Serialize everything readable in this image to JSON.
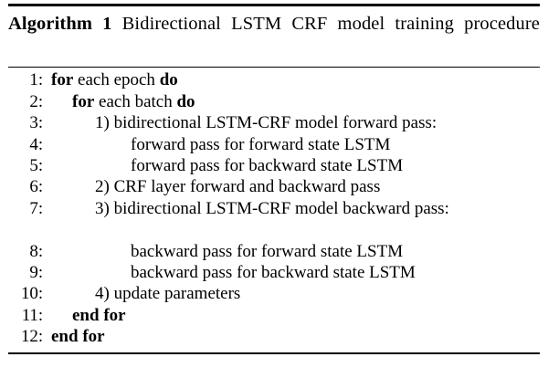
{
  "caption": {
    "label": "Algorithm 1",
    "title": "Bidirectional LSTM CRF model training procedure"
  },
  "algorithm": {
    "lines": [
      {
        "no": "1",
        "indent": 0,
        "segments": [
          {
            "text": "for",
            "bold": true
          },
          {
            "text": " each epoch ",
            "bold": false
          },
          {
            "text": "do",
            "bold": true
          }
        ]
      },
      {
        "no": "2",
        "indent": 1,
        "segments": [
          {
            "text": "for",
            "bold": true
          },
          {
            "text": " each batch ",
            "bold": false
          },
          {
            "text": "do",
            "bold": true
          }
        ]
      },
      {
        "no": "3",
        "indent": 2,
        "segments": [
          {
            "text": "1) bidirectional LSTM-CRF model forward pass:",
            "bold": false
          }
        ]
      },
      {
        "no": "4",
        "indent": 3,
        "segments": [
          {
            "text": "forward pass for forward state LSTM",
            "bold": false
          }
        ]
      },
      {
        "no": "5",
        "indent": 3,
        "segments": [
          {
            "text": "forward pass for backward state LSTM",
            "bold": false
          }
        ]
      },
      {
        "no": "6",
        "indent": 2,
        "segments": [
          {
            "text": "2) CRF layer forward and backward pass",
            "bold": false
          }
        ]
      },
      {
        "no": "7",
        "indent": 2,
        "segments": [
          {
            "text": "3) bidirectional LSTM-CRF model backward pass:",
            "bold": false
          }
        ]
      },
      {
        "no": "",
        "indent": 0,
        "blank": true,
        "segments": []
      },
      {
        "no": "8",
        "indent": 3,
        "segments": [
          {
            "text": "backward pass for forward state LSTM",
            "bold": false
          }
        ]
      },
      {
        "no": "9",
        "indent": 3,
        "segments": [
          {
            "text": "backward pass for backward state LSTM",
            "bold": false
          }
        ]
      },
      {
        "no": "10",
        "indent": 2,
        "segments": [
          {
            "text": "4) update parameters",
            "bold": false
          }
        ]
      },
      {
        "no": "11",
        "indent": 1,
        "segments": [
          {
            "text": "end for",
            "bold": true
          }
        ]
      },
      {
        "no": "12",
        "indent": 0,
        "segments": [
          {
            "text": "end for",
            "bold": true
          }
        ]
      }
    ]
  }
}
